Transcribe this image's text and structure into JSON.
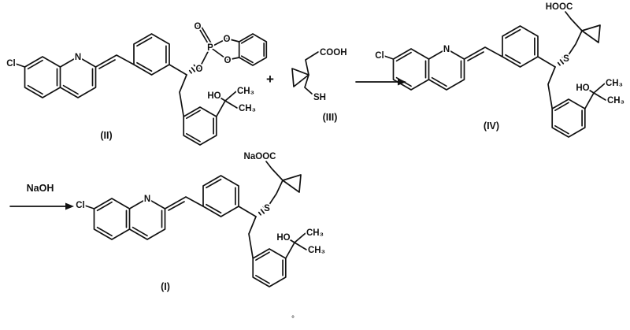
{
  "colors": {
    "ink": "#111111",
    "background": "#ffffff"
  },
  "scheme": {
    "plus": "+",
    "step2_reagent": "NaOH",
    "footnote_mark": "°"
  },
  "compounds": {
    "ii": {
      "label": "(II)",
      "atoms": {
        "cl": "Cl",
        "n": "N",
        "o": "O",
        "p": "P",
        "o_dbl": "O",
        "o1": "O",
        "o2": "O",
        "ho": "HO",
        "ch3a": "CH₃",
        "ch3b": "CH₃"
      }
    },
    "iii": {
      "label": "(III)",
      "atoms": {
        "cooh": "COOH",
        "sh": "SH"
      }
    },
    "iv": {
      "label": "(IV)",
      "atoms": {
        "cl": "Cl",
        "n": "N",
        "s": "S",
        "hooc": "HOOC",
        "ho": "HO",
        "ch3a": "CH₃",
        "ch3b": "CH₃"
      }
    },
    "i": {
      "label": "(I)",
      "atoms": {
        "cl": "Cl",
        "n": "N",
        "s": "S",
        "naooc": "NaOOC",
        "ho": "HO",
        "ch3a": "CH₃",
        "ch3b": "CH₃"
      }
    }
  }
}
